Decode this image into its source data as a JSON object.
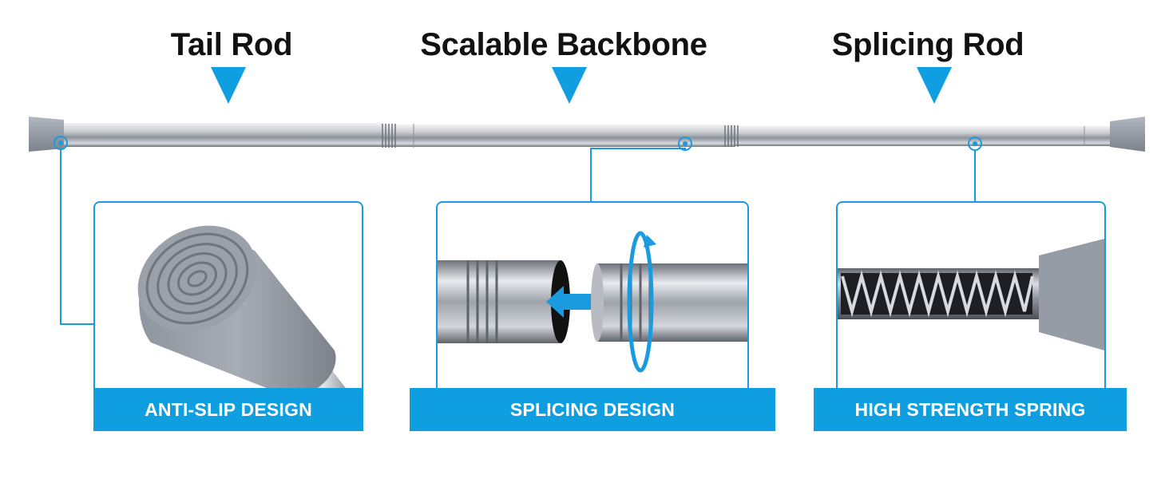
{
  "headings": {
    "tail_rod": "Tail Rod",
    "scalable_backbone": "Scalable Backbone",
    "splicing_rod": "Splicing Rod"
  },
  "features": [
    {
      "label": "ANTI-SLIP DESIGN",
      "icon": "rubber-end-cap"
    },
    {
      "label": "SPLICING DESIGN",
      "icon": "threaded-joint"
    },
    {
      "label": "HIGH STRENGTH SPRING",
      "icon": "spring"
    }
  ],
  "colors": {
    "accent": "#0f9fe0",
    "cap_gray": "#9aa1ab",
    "steel": "#c7cbd0",
    "heading_text": "#111111"
  }
}
